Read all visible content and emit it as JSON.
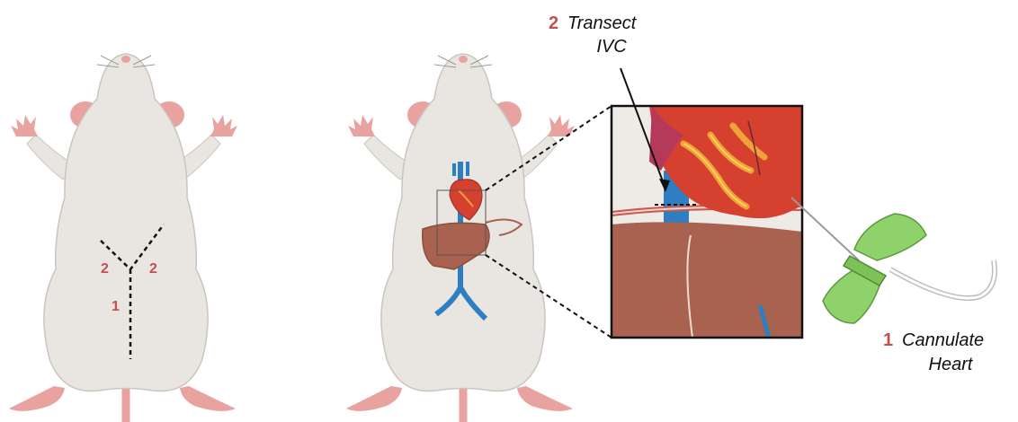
{
  "colors": {
    "fur": "#e9e6e1",
    "fur_outline": "#c9c5bf",
    "skin_pink": "#e8a3a0",
    "liver": "#a8624f",
    "liver_dark": "#8c4e3d",
    "heart_red": "#d6402e",
    "heart_orange": "#f0a23a",
    "heart_purple": "#b53a5a",
    "vessel_blue": "#2e7fc2",
    "needle_green": "#8fd16b",
    "number_red": "#c0504d"
  },
  "mouse_left": {
    "incision_labels": [
      "2",
      "2",
      "1"
    ]
  },
  "callouts": {
    "transect": {
      "number": "2",
      "line1": "Transect",
      "line2": "IVC"
    },
    "cannulate": {
      "number": "1",
      "line1": "Cannulate",
      "line2": "Heart"
    }
  }
}
